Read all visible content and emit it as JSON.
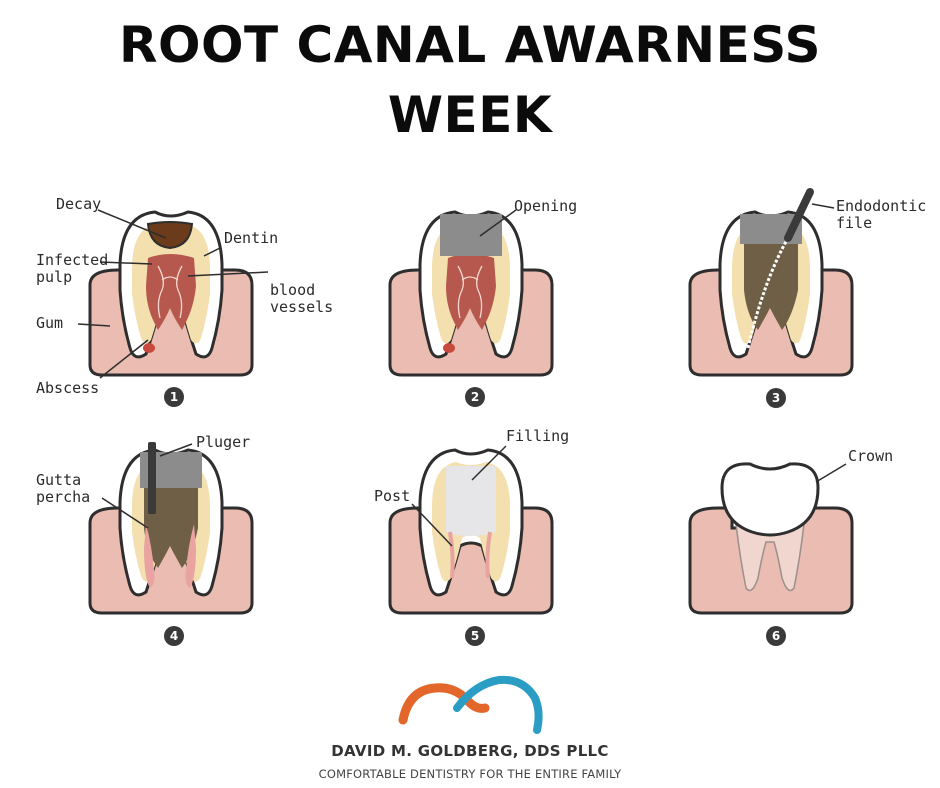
{
  "title": {
    "line1": "ROOT CANAL AWARNESS",
    "line2": "WEEK"
  },
  "steps": [
    {
      "number": "1",
      "labels": {
        "decay": "Decay",
        "dentin": "Dentin",
        "infected_pulp": "Infected\npulp",
        "blood_vessels": "blood\nvessels",
        "gum": "Gum",
        "abscess": "Abscess"
      }
    },
    {
      "number": "2",
      "labels": {
        "opening": "Opening"
      }
    },
    {
      "number": "3",
      "labels": {
        "endodontic_file": "Endodontic\nfile"
      }
    },
    {
      "number": "4",
      "labels": {
        "pluger": "Pluger",
        "gutta_percha": "Gutta\npercha"
      }
    },
    {
      "number": "5",
      "labels": {
        "filling": "Filling",
        "post": "Post"
      }
    },
    {
      "number": "6",
      "labels": {
        "crown": "Crown"
      }
    }
  ],
  "footer": {
    "company": "DAVID M. GOLDBERG, DDS PLLC",
    "tagline": "COMFORTABLE DENTISTRY FOR THE ENTIRE FAMILY"
  },
  "colors": {
    "gum": "#ebbcb1",
    "enamel": "#ffffff",
    "dentin": "#f4dfae",
    "pulp": "#b6584d",
    "opening": "#8c8c8c",
    "treated": "#6e5f46",
    "logo_orange": "#e3662b",
    "logo_blue": "#2b9dc4"
  }
}
